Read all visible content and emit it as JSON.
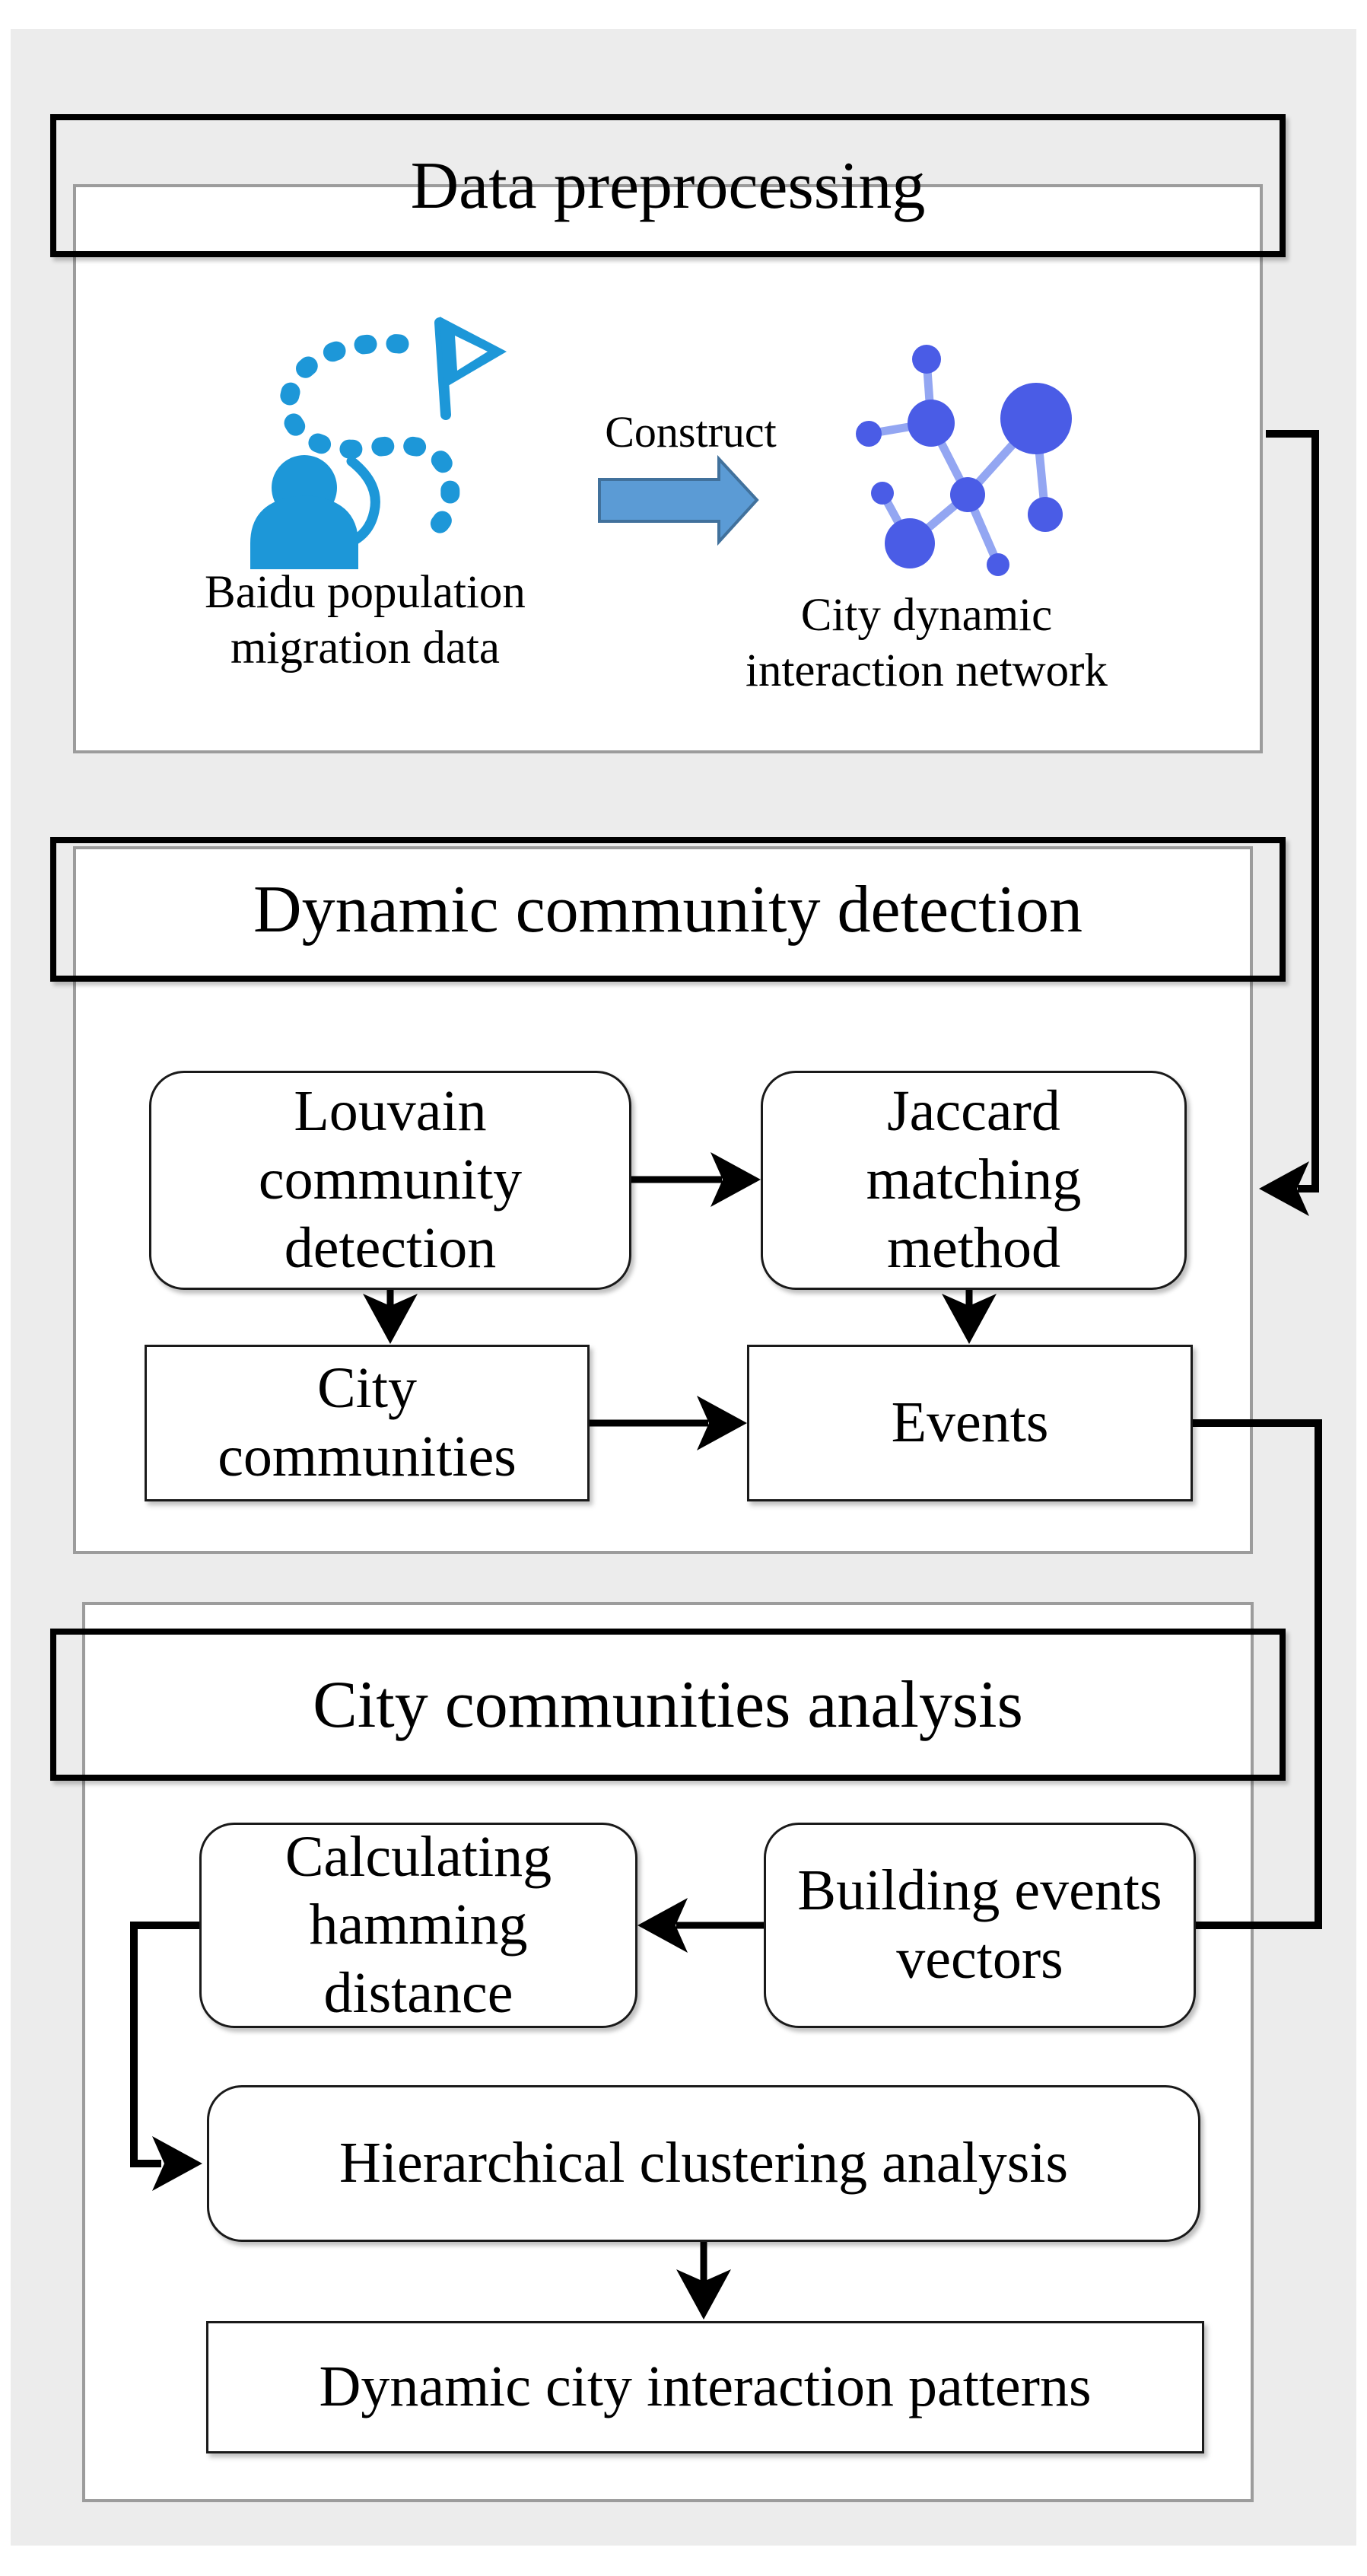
{
  "page": {
    "background": "#ffffff",
    "panel_background": "#ececec"
  },
  "colors": {
    "container_border": "#9c9c9c",
    "title_border": "#000000",
    "box_border": "#1a1a1a",
    "connector": "#000000",
    "migration_icon_blue": "#1d97d8",
    "network_node_blue": "#4a5ce6",
    "network_edge_blue": "#93a6f2",
    "construct_arrow_fill": "#5b9bd5",
    "construct_arrow_border": "#41719c"
  },
  "section_preprocessing": {
    "title": "Data preprocessing",
    "construct_label": "Construct",
    "migration_caption": "Baidu population\nmigration data",
    "network_caption": "City dynamic\ninteraction network",
    "icons": {
      "migration": "migration-route-flag-icon",
      "construct": "construct-block-arrow-icon",
      "network": "network-graph-icon"
    }
  },
  "section_detection": {
    "title": "Dynamic community detection",
    "boxes": {
      "louvain": "Louvain\ncommunity\ndetection",
      "jaccard": "Jaccard\nmatching\nmethod",
      "city_communities": "City\ncommunities",
      "events": "Events"
    }
  },
  "section_analysis": {
    "title": "City communities analysis",
    "boxes": {
      "calc_hamming": "Calculating\nhamming\ndistance",
      "building_vectors": "Building events\nvectors",
      "hierarchical": "Hierarchical clustering analysis",
      "patterns": "Dynamic city interaction patterns"
    }
  },
  "connections": [
    {
      "from": "baidu-migration-data",
      "to": "city-dynamic-interaction-network",
      "label": "Construct"
    },
    {
      "from": "data-preprocessing-section",
      "to": "jaccard-matching-method"
    },
    {
      "from": "louvain-community-detection",
      "to": "jaccard-matching-method"
    },
    {
      "from": "louvain-community-detection",
      "to": "city-communities"
    },
    {
      "from": "jaccard-matching-method",
      "to": "events"
    },
    {
      "from": "city-communities",
      "to": "events"
    },
    {
      "from": "events",
      "to": "building-events-vectors"
    },
    {
      "from": "building-events-vectors",
      "to": "calculating-hamming-distance"
    },
    {
      "from": "calculating-hamming-distance",
      "to": "hierarchical-clustering-analysis"
    },
    {
      "from": "hierarchical-clustering-analysis",
      "to": "dynamic-city-interaction-patterns"
    }
  ]
}
